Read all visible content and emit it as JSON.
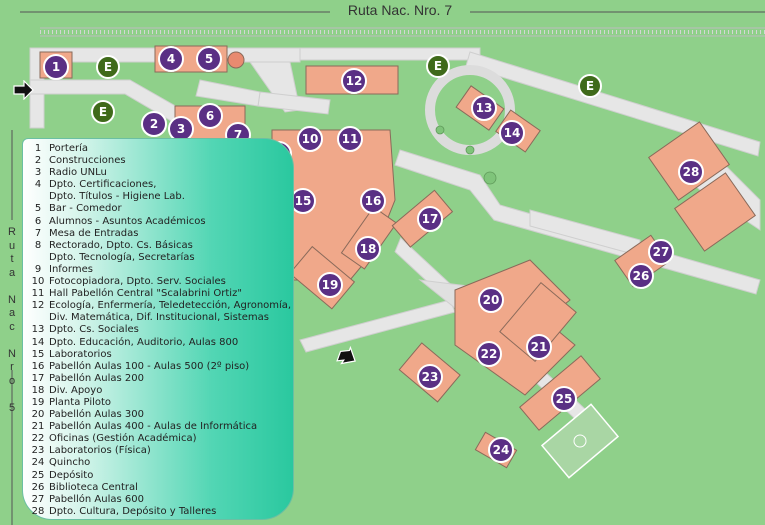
{
  "road_label": "Ruta Nac. Nro. 7",
  "side_label": "R\nu\nt\na\n\nN\na\nc\n\nN\nr\no\n\n5",
  "colors": {
    "grass": "#8fd08a",
    "building": "#f0a88a",
    "road": "#e8e8e8",
    "marker": "#5a2f84",
    "marker_e": "#3f6a1a"
  },
  "markers": [
    {
      "id": "1"
    },
    {
      "id": "2"
    },
    {
      "id": "3"
    },
    {
      "id": "4"
    },
    {
      "id": "5"
    },
    {
      "id": "6"
    },
    {
      "id": "7"
    },
    {
      "id": "8"
    },
    {
      "id": "9"
    },
    {
      "id": "10"
    },
    {
      "id": "11"
    },
    {
      "id": "12"
    },
    {
      "id": "13"
    },
    {
      "id": "14"
    },
    {
      "id": "15"
    },
    {
      "id": "16"
    },
    {
      "id": "17"
    },
    {
      "id": "18"
    },
    {
      "id": "19"
    },
    {
      "id": "20"
    },
    {
      "id": "21"
    },
    {
      "id": "22"
    },
    {
      "id": "23"
    },
    {
      "id": "24"
    },
    {
      "id": "25"
    },
    {
      "id": "26"
    },
    {
      "id": "27"
    },
    {
      "id": "28"
    }
  ],
  "e_markers": [
    {
      "label": "E"
    },
    {
      "label": "E"
    },
    {
      "label": "E"
    },
    {
      "label": "E"
    }
  ],
  "legend": [
    {
      "num": "1",
      "text": "Portería"
    },
    {
      "num": "2",
      "text": "Construcciones"
    },
    {
      "num": "3",
      "text": "Radio UNLu"
    },
    {
      "num": "4",
      "text": "Dpto. Certificaciones,"
    },
    {
      "num": "",
      "text": "Dpto. Títulos - Higiene Lab."
    },
    {
      "num": "5",
      "text": "Bar - Comedor"
    },
    {
      "num": "6",
      "text": "Alumnos - Asuntos Académicos"
    },
    {
      "num": "7",
      "text": "Mesa de Entradas"
    },
    {
      "num": "8",
      "text": "Rectorado, Dpto. Cs. Básicas"
    },
    {
      "num": "",
      "text": "Dpto. Tecnología, Secretarías"
    },
    {
      "num": "9",
      "text": "Informes"
    },
    {
      "num": "10",
      "text": "Fotocopiadora, Dpto. Serv. Sociales"
    },
    {
      "num": "11",
      "text": "Hall Pabellón Central \"Scalabrini Ortiz\""
    },
    {
      "num": "12",
      "text": "Ecología, Enfermería, Teledetección, Agronomía,"
    },
    {
      "num": "",
      "text": "Div. Matemática, Dif. Institucional, Sistemas"
    },
    {
      "num": "13",
      "text": "Dpto. Cs. Sociales"
    },
    {
      "num": "14",
      "text": "Dpto. Educación, Auditorio, Aulas 800"
    },
    {
      "num": "15",
      "text": "Laboratorios"
    },
    {
      "num": "16",
      "text": "Pabellón Aulas 100 - Aulas 500 (2º piso)"
    },
    {
      "num": "17",
      "text": "Pabellón Aulas 200"
    },
    {
      "num": "18",
      "text": "Div. Apoyo"
    },
    {
      "num": "19",
      "text": "Planta Piloto"
    },
    {
      "num": "20",
      "text": "Pabellón Aulas 300"
    },
    {
      "num": "21",
      "text": "Pabellón Aulas 400 - Aulas de Informática"
    },
    {
      "num": "22",
      "text": "Oficinas (Gestión Académica)"
    },
    {
      "num": "23",
      "text": "Laboratorios (Física)"
    },
    {
      "num": "24",
      "text": "Quincho"
    },
    {
      "num": "25",
      "text": "Depósito"
    },
    {
      "num": "26",
      "text": "Biblioteca Central"
    },
    {
      "num": "27",
      "text": "Pabellón Aulas 600"
    },
    {
      "num": "28",
      "text": "Dpto. Cultura, Depósito y Talleres"
    }
  ]
}
